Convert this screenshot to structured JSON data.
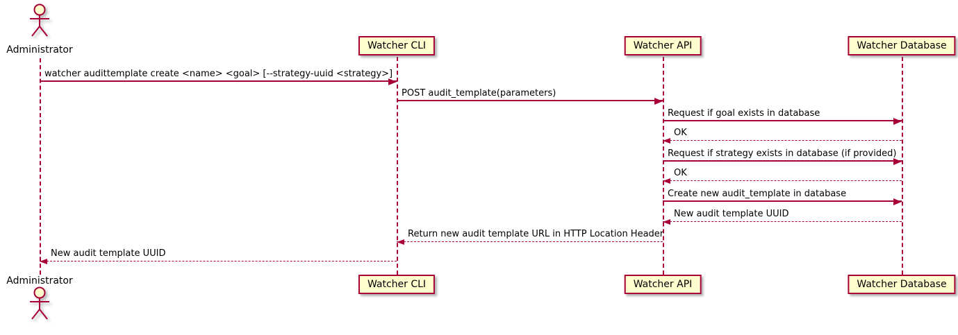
{
  "diagram": {
    "type": "sequence",
    "colors": {
      "participant_fill": "#FEFECE",
      "stroke": "#A80036",
      "text": "#000000",
      "background": "#FFFFFF"
    },
    "actor": {
      "name": "Administrator"
    },
    "participants": [
      {
        "label": "Watcher CLI"
      },
      {
        "label": "Watcher API"
      },
      {
        "label": "Watcher Database"
      }
    ],
    "messages": [
      {
        "from": "Administrator",
        "to": "Watcher CLI",
        "style": "solid",
        "label": "watcher audittemplate create <name> <goal> [--strategy-uuid <strategy>]"
      },
      {
        "from": "Watcher CLI",
        "to": "Watcher API",
        "style": "solid",
        "label": "POST audit_template(parameters)"
      },
      {
        "from": "Watcher API",
        "to": "Watcher Database",
        "style": "solid",
        "label": "Request if goal exists in database"
      },
      {
        "from": "Watcher Database",
        "to": "Watcher API",
        "style": "dashed",
        "label": "OK"
      },
      {
        "from": "Watcher API",
        "to": "Watcher Database",
        "style": "solid",
        "label": "Request if strategy exists in database (if provided)"
      },
      {
        "from": "Watcher Database",
        "to": "Watcher API",
        "style": "dashed",
        "label": "OK"
      },
      {
        "from": "Watcher API",
        "to": "Watcher Database",
        "style": "solid",
        "label": "Create new audit_template in database"
      },
      {
        "from": "Watcher Database",
        "to": "Watcher API",
        "style": "dashed",
        "label": "New audit template UUID"
      },
      {
        "from": "Watcher API",
        "to": "Watcher CLI",
        "style": "dashed",
        "label": "Return new audit template URL in HTTP Location Header"
      },
      {
        "from": "Watcher CLI",
        "to": "Administrator",
        "style": "dashed",
        "label": "New audit template UUID"
      }
    ]
  }
}
